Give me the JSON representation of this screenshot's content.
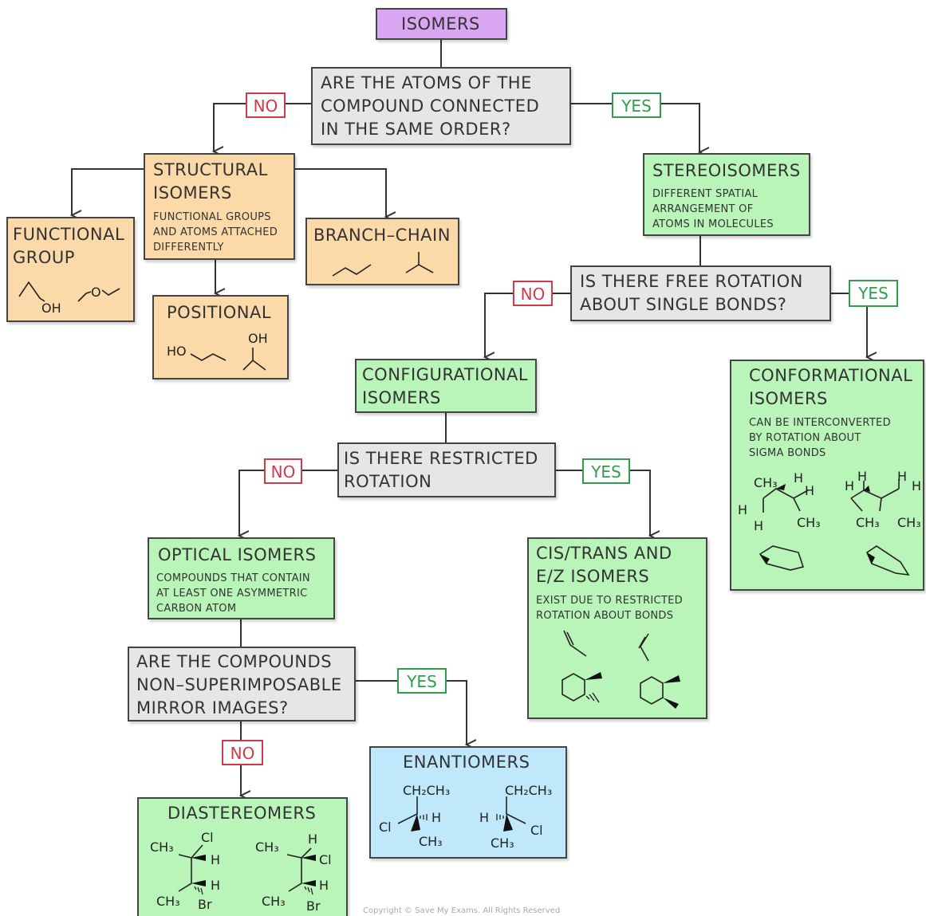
{
  "nodes": {
    "isomers": "ISOMERS",
    "q1": {
      "l1": "ARE  THE  ATOMS  OF  THE",
      "l2": "COMPOUND  CONNECTED",
      "l3": "IN  THE  SAME  ORDER?"
    },
    "structural": {
      "l1": "STRUCTURAL",
      "l2": "ISOMERS",
      "d1": "FUNCTIONAL GROUPS",
      "d2": "AND ATOMS ATTACHED",
      "d3": "DIFFERENTLY"
    },
    "functional": {
      "l1": "FUNCTIONAL",
      "l2": "GROUP"
    },
    "branch": "BRANCH–CHAIN",
    "positional": "POSITIONAL",
    "stereo": {
      "l1": "STEREOISOMERS",
      "d1": "DIFFERENT  SPATIAL",
      "d2": "ARRANGEMENT  OF",
      "d3": "ATOMS  IN  MOLECULES"
    },
    "q2": {
      "l1": "IS  THERE  FREE  ROTATION",
      "l2": "ABOUT  SINGLE  BONDS?"
    },
    "configurational": {
      "l1": "CONFIGURATIONAL",
      "l2": "ISOMERS"
    },
    "conformational": {
      "l1": "CONFORMATIONAL",
      "l2": "ISOMERS",
      "d1": "CAN  BE  INTERCONVERTED",
      "d2": "BY  ROTATION  ABOUT",
      "d3": "SIGMA  BONDS"
    },
    "q3": {
      "l1": "IS  THERE  RESTRICTED",
      "l2": "ROTATION"
    },
    "optical": {
      "l1": "OPTICAL  ISOMERS",
      "d1": "COMPOUNDS  THAT  CONTAIN",
      "d2": "AT  LEAST  ONE  ASYMMETRIC",
      "d3": "CARBON  ATOM"
    },
    "cistrans": {
      "l1": "CIS/TRANS  AND",
      "l2": "E/Z  ISOMERS",
      "d1": "EXIST  DUE  TO  RESTRICTED",
      "d2": "ROTATION  ABOUT  BONDS"
    },
    "q4": {
      "l1": "ARE  THE  COMPOUNDS",
      "l2": "NON–SUPERIMPOSABLE",
      "l3": "MIRROR  IMAGES?"
    },
    "enantiomers": "ENANTIOMERS",
    "diastereomers": "DIASTEREOMERS"
  },
  "badges": {
    "no": "NO",
    "yes": "YES"
  },
  "chem": {
    "oh": "OH",
    "o": "O",
    "ho": "HO",
    "h": "H",
    "cl": "Cl",
    "br": "Br",
    "ch": "CH",
    "sub3": "3",
    "ch2ch3": "CH₂CH₃",
    "ch3": "CH₃"
  },
  "colors": {
    "purple": "#d9a7f2",
    "grey": "#e6e6e6",
    "orange": "#fbd9a8",
    "green": "#b9f4b9",
    "blue": "#bfe9fb",
    "no": "#d13a4a",
    "yes": "#2f9e4a"
  },
  "footer": "Copyright © Save My Exams. All Rights Reserved"
}
